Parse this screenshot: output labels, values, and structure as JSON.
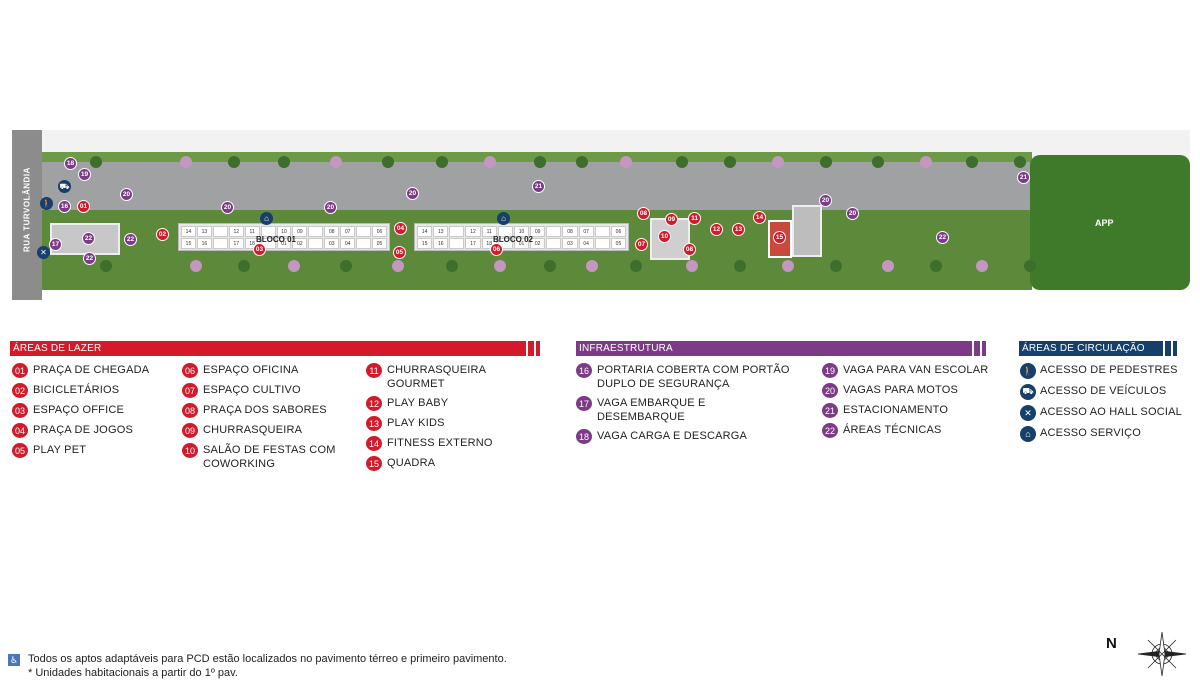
{
  "map": {
    "street_name": "RUA TURVOLÂNDIA",
    "forest_label": "APP",
    "block_01_label": "BLOCO 01",
    "block_02_label": "BLOCO 02",
    "block_top_units": [
      "14",
      "13",
      "",
      "12",
      "11",
      "",
      "10",
      "09",
      "",
      "08",
      "07",
      "",
      "06"
    ],
    "block_bottom_units": [
      "15",
      "16",
      "",
      "17",
      "18",
      "",
      "01",
      "02",
      "",
      "03",
      "04",
      "",
      "05"
    ],
    "colors": {
      "road": "#9fa1a3",
      "grass": "#5c8a3a",
      "forest": "#3f7a2a",
      "red_pin": "#d41a2a",
      "purple_pin": "#7d3a86",
      "navy": "#163f6b"
    },
    "pins_red": [
      "01",
      "02",
      "03",
      "04",
      "05",
      "06",
      "07",
      "08",
      "08",
      "09",
      "10",
      "11",
      "12",
      "13",
      "14",
      "15"
    ],
    "pins_purple": [
      "16",
      "17",
      "18",
      "19",
      "20",
      "20",
      "20",
      "20",
      "20",
      "20",
      "21",
      "21",
      "22",
      "22",
      "22",
      "22"
    ]
  },
  "lazer": {
    "title": "ÁREAS DE LAZER",
    "col1": [
      {
        "n": "01",
        "t": "PRAÇA DE CHEGADA"
      },
      {
        "n": "02",
        "t": "BICICLETÁRIOS"
      },
      {
        "n": "03",
        "t": "ESPAÇO OFFICE"
      },
      {
        "n": "04",
        "t": "PRAÇA DE JOGOS"
      },
      {
        "n": "05",
        "t": "PLAY PET"
      }
    ],
    "col2": [
      {
        "n": "06",
        "t": "ESPAÇO OFICINA"
      },
      {
        "n": "07",
        "t": "ESPAÇO CULTIVO"
      },
      {
        "n": "08",
        "t": "PRAÇA DOS SABORES"
      },
      {
        "n": "09",
        "t": "CHURRASQUEIRA"
      },
      {
        "n": "10",
        "t": "SALÃO DE FESTAS COM COWORKING"
      }
    ],
    "col3": [
      {
        "n": "11",
        "t": "CHURRASQUEIRA GOURMET"
      },
      {
        "n": "12",
        "t": "PLAY BABY"
      },
      {
        "n": "13",
        "t": "PLAY KIDS"
      },
      {
        "n": "14",
        "t": "FITNESS EXTERNO"
      },
      {
        "n": "15",
        "t": "QUADRA"
      }
    ]
  },
  "infra": {
    "title": "INFRAESTRUTURA",
    "col1": [
      {
        "n": "16",
        "t": "PORTARIA COBERTA COM PORTÃO DUPLO DE SEGURANÇA"
      },
      {
        "n": "17",
        "t": "VAGA EMBARQUE E DESEMBARQUE"
      },
      {
        "n": "18",
        "t": "VAGA CARGA E DESCARGA"
      }
    ],
    "col2": [
      {
        "n": "19",
        "t": "VAGA PARA VAN ESCOLAR"
      },
      {
        "n": "20",
        "t": "VAGAS PARA MOTOS"
      },
      {
        "n": "21",
        "t": "ESTACIONAMENTO"
      },
      {
        "n": "22",
        "t": "ÁREAS TÉCNICAS"
      }
    ]
  },
  "circulacao": {
    "title": "ÁREAS DE CIRCULAÇÃO",
    "items": [
      {
        "icon": "pedestrian-icon",
        "t": "ACESSO DE PEDESTRES"
      },
      {
        "icon": "car-icon",
        "t": "ACESSO DE VEÍCULOS"
      },
      {
        "icon": "tools-icon",
        "t": "ACESSO AO HALL SOCIAL"
      },
      {
        "icon": "service-icon",
        "t": "ACESSO SERVIÇO"
      }
    ]
  },
  "footer": {
    "line1": "Todos os aptos adaptáveis para PCD estão localizados no pavimento térreo e primeiro pavimento.",
    "line2": "* Unidades habitacionais a partir do 1º pav.",
    "compass_label": "N"
  }
}
